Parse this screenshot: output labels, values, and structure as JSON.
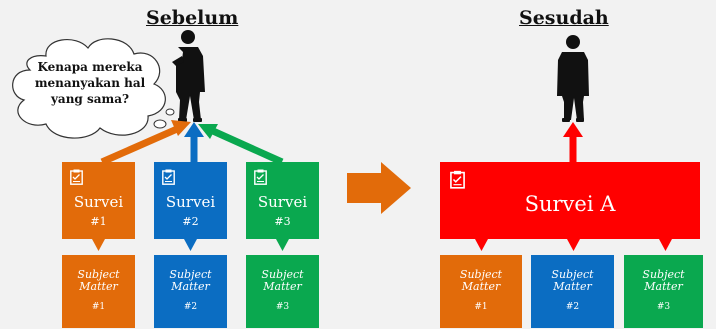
{
  "titles": {
    "before": "Sebelum",
    "after": "Sesudah"
  },
  "thought": {
    "line1": "Kenapa mereka",
    "line2": "menanyakan hal",
    "line3": "yang sama?"
  },
  "before": {
    "surveys": [
      {
        "label": "Survei",
        "number": "#1",
        "color": "#e26b0a"
      },
      {
        "label": "Survei",
        "number": "#2",
        "color": "#0b6dc2"
      },
      {
        "label": "Survei",
        "number": "#3",
        "color": "#0aa84f"
      }
    ],
    "smes": [
      {
        "line1": "Subject",
        "line2": "Matter",
        "number": "#1"
      },
      {
        "line1": "Subject",
        "line2": "Matter",
        "number": "#2"
      },
      {
        "line1": "Subject",
        "line2": "Matter",
        "number": "#3"
      }
    ]
  },
  "after": {
    "survey": {
      "label": "Survei A",
      "color": "#ff0000"
    },
    "smes": [
      {
        "line1": "Subject",
        "line2": "Matter",
        "number": "#1"
      },
      {
        "line1": "Subject",
        "line2": "Matter",
        "number": "#2"
      },
      {
        "line1": "Subject",
        "line2": "Matter",
        "number": "#3"
      }
    ]
  },
  "icons": {
    "clipboard": "clipboard-check-icon",
    "person": "businessman-icon",
    "arrow": "right-arrow-icon"
  }
}
